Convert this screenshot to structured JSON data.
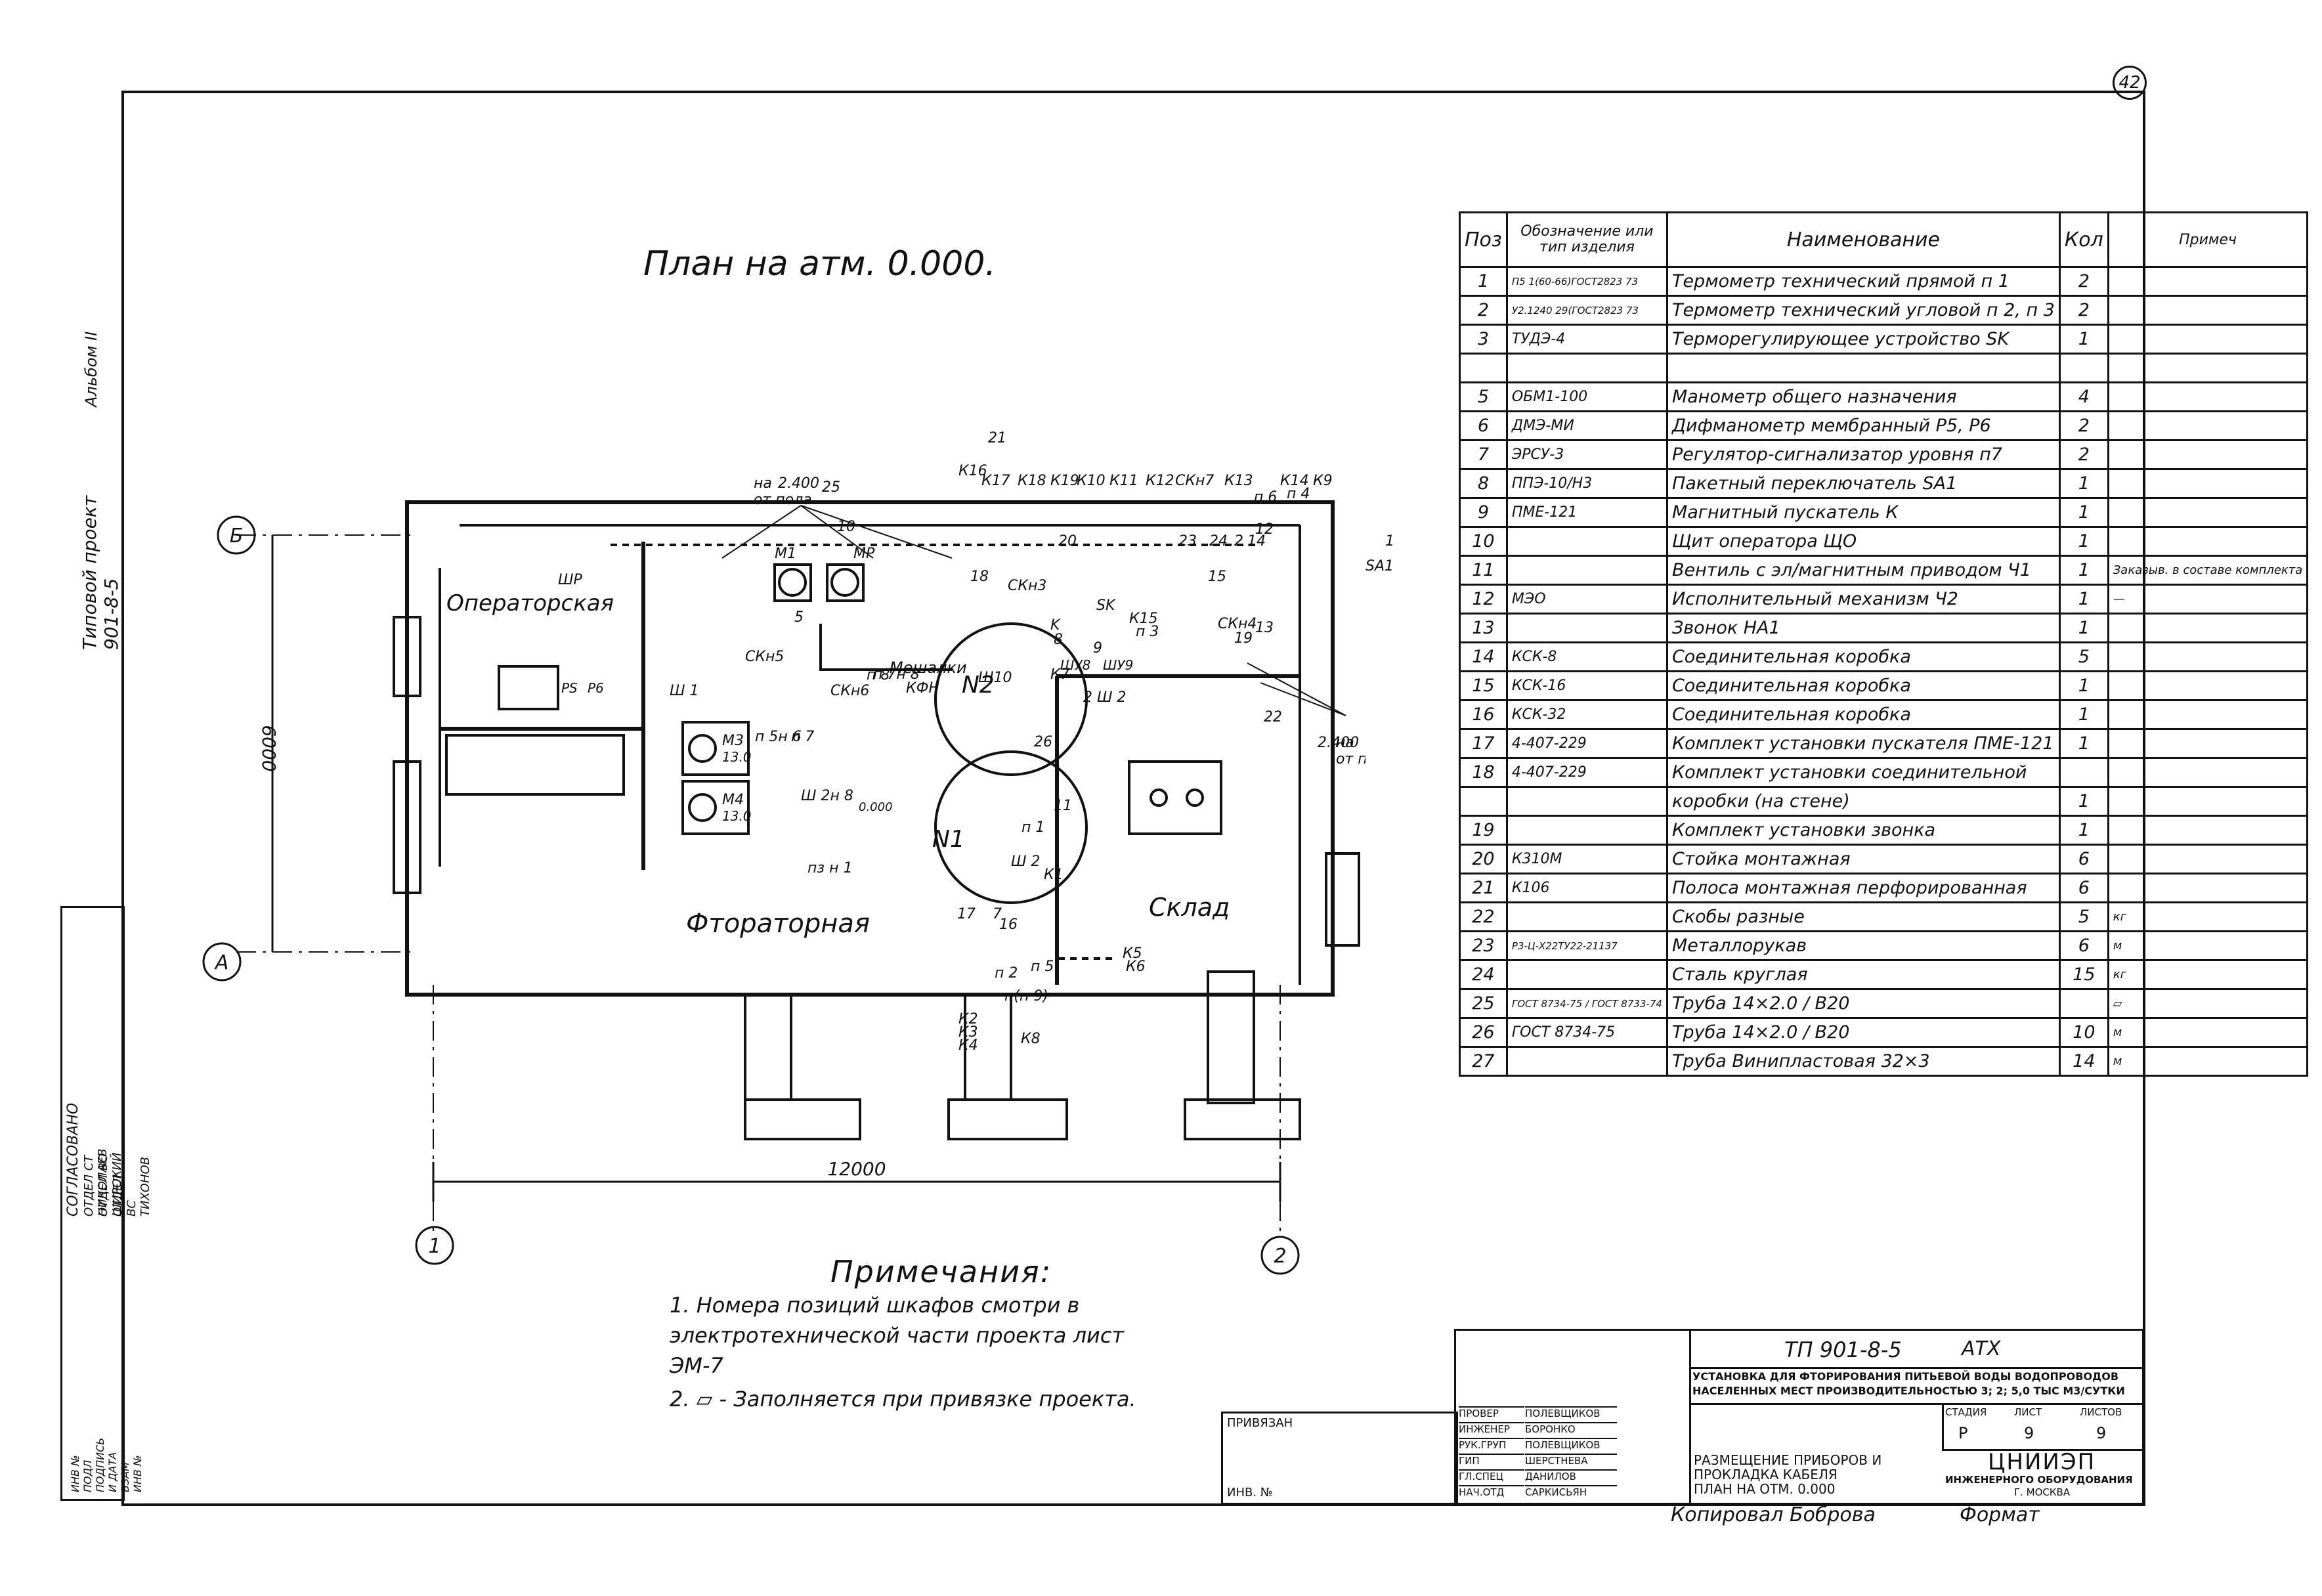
{
  "sheet": {
    "sheet_number": "42",
    "side_project": "Типовой проект 901-8-5",
    "side_album": "Альбом II"
  },
  "plan": {
    "title": "План на атм. 0.000.",
    "rooms": {
      "operator": "Операторская",
      "fluoride": "Фтораторная",
      "storage": "Склад"
    },
    "axes": {
      "b": "Б",
      "a": "А",
      "one": "1",
      "two": "2"
    },
    "dimensions": {
      "width": "12000",
      "height": "6000"
    },
    "tank_labels": {
      "n2": "N2",
      "n1": "N1"
    },
    "elevation_note": {
      "prefix": "на",
      "value": "2.400",
      "suffix": "от пола"
    },
    "equipment": {
      "m1": "M1",
      "mr": "MP",
      "m3": "M3",
      "m3_val": "13.0",
      "m4": "M4",
      "m4_val": "13.0",
      "shr": "ШР",
      "shd": "ШД",
      "shu8": "ШУ8",
      "shu9": "ШУ9",
      "mixers": "Мешалки",
      "kfn": "КФН",
      "ps": "PS",
      "p6": "P6",
      "val_0000": "0.000"
    },
    "callouts": [
      "1",
      "2",
      "5",
      "7",
      "8",
      "9",
      "10",
      "11",
      "12",
      "13",
      "14",
      "15",
      "16",
      "17",
      "18",
      "19",
      "20",
      "21",
      "22",
      "23",
      "24",
      "25",
      "26",
      "СКн7",
      "СКн5",
      "СКн6",
      "СКн3",
      "СКн4",
      "п 1",
      "п 2",
      "п 3",
      "п 4",
      "п 5",
      "п 6",
      "п 7",
      "п 8",
      "SA1",
      "K",
      "SK",
      "К15",
      "К16",
      "К17",
      "К18",
      "К19",
      "К10",
      "К11",
      "К12",
      "К13",
      "К14",
      "К9",
      "К8",
      "К5",
      "К6",
      "К7",
      "К1",
      "К2",
      "К3",
      "К4",
      "п(п 9)",
      "п 7н 8",
      "п 5н 6",
      "пз н 1",
      "Ш10",
      "Ш 1",
      "Ш 2",
      "Ш 2н 8",
      "2 Ш 2"
    ]
  },
  "spec_table": {
    "headers": {
      "pos": "Поз",
      "designation": "Обозначение или тип изделия",
      "name": "Наименование",
      "qty": "Кол",
      "note": "Примеч"
    },
    "rows": [
      {
        "pos": "1",
        "des": "П5 1(60-66)ГОСТ2823 73",
        "name": "Термометр технический прямой п 1",
        "qty": "2",
        "note": ""
      },
      {
        "pos": "2",
        "des": "У2.1240 29(ГОСТ2823 73",
        "name": "Термометр технический угловой п 2, п 3",
        "qty": "2",
        "note": ""
      },
      {
        "pos": "3",
        "des": "ТУДЭ-4",
        "name": "Терморегулирующее устройство SK",
        "qty": "1",
        "note": ""
      },
      {
        "pos": "",
        "des": "",
        "name": "",
        "qty": "",
        "note": ""
      },
      {
        "pos": "5",
        "des": "ОБМ1-100",
        "name": "Манометр общего назначения",
        "qty": "4",
        "note": ""
      },
      {
        "pos": "6",
        "des": "ДМЭ-МИ",
        "name": "Дифманометр мембранный Р5, Р6",
        "qty": "2",
        "note": ""
      },
      {
        "pos": "7",
        "des": "ЭРСУ-3",
        "name": "Регулятор-сигнализатор уровня п7",
        "qty": "2",
        "note": ""
      },
      {
        "pos": "8",
        "des": "ППЭ-10/Н3",
        "name": "Пакетный переключатель SA1",
        "qty": "1",
        "note": ""
      },
      {
        "pos": "9",
        "des": "ПМЕ-121",
        "name": "Магнитный пускатель К",
        "qty": "1",
        "note": ""
      },
      {
        "pos": "10",
        "des": "",
        "name": "Щит оператора ЩО",
        "qty": "1",
        "note": ""
      },
      {
        "pos": "11",
        "des": "",
        "name": "Вентиль с эл/магнитным приводом Ч1",
        "qty": "1",
        "note": "Заказыв. в составе комплекта"
      },
      {
        "pos": "12",
        "des": "МЭО",
        "name": "Исполнительный механизм Ч2",
        "qty": "1",
        "note": "—"
      },
      {
        "pos": "13",
        "des": "",
        "name": "Звонок НА1",
        "qty": "1",
        "note": ""
      },
      {
        "pos": "14",
        "des": "КСК-8",
        "name": "Соединительная коробка",
        "qty": "5",
        "note": ""
      },
      {
        "pos": "15",
        "des": "КСК-16",
        "name": "Соединительная коробка",
        "qty": "1",
        "note": ""
      },
      {
        "pos": "16",
        "des": "КСК-32",
        "name": "Соединительная коробка",
        "qty": "1",
        "note": ""
      },
      {
        "pos": "17",
        "des": "4-407-229",
        "name": "Комплект установки пускателя ПМЕ-121",
        "qty": "1",
        "note": ""
      },
      {
        "pos": "18",
        "des": "4-407-229",
        "name": "Комплект установки соединительной",
        "qty": "",
        "note": ""
      },
      {
        "pos": "",
        "des": "",
        "name": "коробки (на стене)",
        "qty": "1",
        "note": ""
      },
      {
        "pos": "19",
        "des": "",
        "name": "Комплект установки звонка",
        "qty": "1",
        "note": ""
      },
      {
        "pos": "20",
        "des": "К310М",
        "name": "Стойка монтажная",
        "qty": "6",
        "note": ""
      },
      {
        "pos": "21",
        "des": "К106",
        "name": "Полоса монтажная перфорированная",
        "qty": "6",
        "note": ""
      },
      {
        "pos": "22",
        "des": "",
        "name": "Скобы разные",
        "qty": "5",
        "note": "кг"
      },
      {
        "pos": "23",
        "des": "Р3-Ц-Х22ТУ22-21137",
        "name": "Металлорукав",
        "qty": "6",
        "note": "м"
      },
      {
        "pos": "24",
        "des": "",
        "name": "Сталь круглая",
        "qty": "15",
        "note": "кг"
      },
      {
        "pos": "25",
        "des": "ГОСТ 8734-75 / ГОСТ 8733-74",
        "name": "Труба 14×2.0 / В20",
        "qty": "",
        "note": "▱"
      },
      {
        "pos": "26",
        "des": "ГОСТ 8734-75",
        "name": "Труба 14×2.0 / В20",
        "qty": "10",
        "note": "м"
      },
      {
        "pos": "27",
        "des": "",
        "name": "Труба Винипластовая 32×3",
        "qty": "14",
        "note": "м"
      }
    ]
  },
  "notes": {
    "title": "Примечания:",
    "items": [
      "1. Номера позиций шкафов смотри в электротехнической части проекта лист ЭМ-7",
      "2. ▱ - Заполняется при привязке проекта."
    ]
  },
  "title_block": {
    "code": "ТП 901-8-5",
    "section": "АТХ",
    "description_1": "УСТАНОВКА ДЛЯ ФТОРИРОВАНИЯ ПИТЬЕВОЙ ВОДЫ ВОДОПРОВОДОВ",
    "description_2": "НАСЕЛЕННЫХ МЕСТ ПРОИЗВОДИТЕЛЬНОСТЬЮ 3; 2; 5,0 ТЫС М3/СУТКИ",
    "drawing_title_1": "РАЗМЕЩЕНИЕ ПРИБОРОВ И",
    "drawing_title_2": "ПРОКЛАДКА КАБЕЛЯ",
    "drawing_title_3": "ПЛАН НА ОТМ. 0.000",
    "stage_hdr": "СТАДИЯ",
    "sheet_hdr": "ЛИСТ",
    "sheets_hdr": "ЛИСТОВ",
    "stage": "Р",
    "sheet": "9",
    "sheets": "9",
    "org_1": "ЦНИИЭП",
    "org_2": "ИНЖЕНЕРНОГО ОБОРУДОВАНИЯ",
    "org_3": "Г. МОСКВА",
    "roles": [
      "ПРОВЕР",
      "ИНЖЕНЕР",
      "РУК.ГРУП",
      "ГИП",
      "ГЛ.СПЕЦ",
      "НАЧ.ОТД"
    ],
    "names": [
      "ПОЛЕВЩИКОВ",
      "БОРОНКО",
      "ПОЛЕВЩИКОВ",
      "ШЕРСТНЕВА",
      "ДАНИЛОВ",
      "САРКИСЬЯН"
    ],
    "privyazan": "ПРИВЯЗАН",
    "inv": "ИНВ. №",
    "copied": "Копировал  Боброва",
    "format": "Формат"
  },
  "left_stamp": {
    "agreed": "СОГЛАСОВАНО",
    "rows": [
      "ОТДЕЛ СТ  НИКОЛАЕВ",
      "ОТДЕЛ ВО  ШИРОКИЙ",
      "ОТДЕЛ ВС  ТИХОНОВ"
    ],
    "inv_row": "ИНВ № ПОДЛ  ПОДПИСЬ И ДАТА  ВЗАМ ИНВ №"
  }
}
